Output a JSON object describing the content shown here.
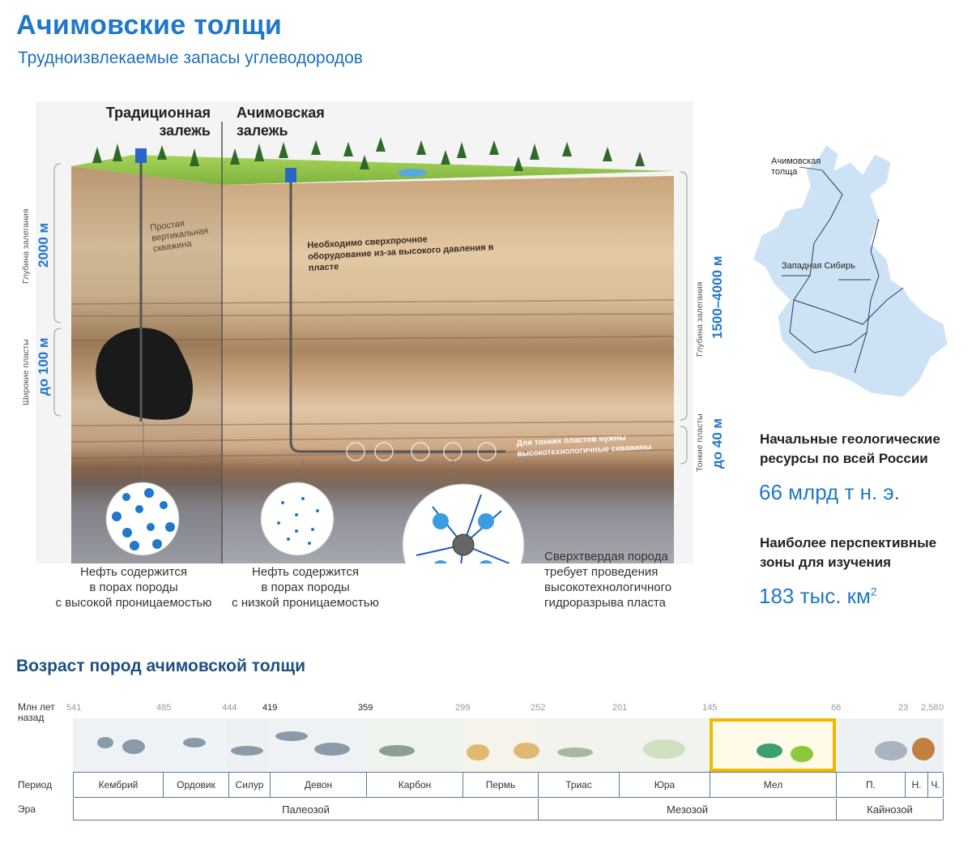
{
  "header": {
    "title": "Ачимовские толщи",
    "subtitle": "Трудноизвлекаемые запасы углеводородов"
  },
  "diagram": {
    "traditional": {
      "heading_line1": "Традиционная",
      "heading_line2": "залежь",
      "well_label": "Простая вертикальная скважина"
    },
    "achimov": {
      "heading_line1": "Ачимовская",
      "heading_line2": "залежь",
      "equipment_note": "Необходимо сверхпрочное оборудование из-за высокого давления в пласте",
      "thin_layers_note": "Для тонких пластов нужны высокотехнологичные скважины"
    },
    "left_scale": {
      "depth_small": "Глубина залегания",
      "depth_big": "2000 м",
      "layers_small": "Широкие пласты",
      "layers_big": "до 100 м"
    },
    "right_scale": {
      "depth_small": "Глубина залегания",
      "depth_big": "1500–4000 м",
      "layers_small": "Тонкие пласты",
      "layers_big": "до 40 м"
    },
    "captions": {
      "high_perm": [
        "Нефть содержится",
        "в порах породы",
        "с высокой проницаемостью"
      ],
      "low_perm": [
        "Нефть содержится",
        "в порах породы",
        "с низкой проницаемостью"
      ],
      "hard_rock": [
        "Сверхтвердая порода",
        "требует проведения",
        "высокотехнологичного",
        "гидроразрыва пласта"
      ]
    }
  },
  "map": {
    "label_achimov": "Ачимовская толща",
    "label_west_siberia": "Западная Сибирь"
  },
  "stats": {
    "resources_heading_l1": "Начальные геологические",
    "resources_heading_l2": "ресурсы по всей России",
    "resources_value": "66 млрд т н. э.",
    "zones_heading_l1": "Наиболее перспективные",
    "zones_heading_l2": "зоны для изучения",
    "zones_value": "183 тыс. км",
    "zones_sup": "2"
  },
  "timeline": {
    "title": "Возраст пород ачимовской толщи",
    "row_labels": {
      "myr_l1": "Млн лет",
      "myr_l2": "назад",
      "period": "Период",
      "era": "Эра"
    },
    "ticks": [
      "541",
      "485",
      "444",
      "419",
      "359",
      "299",
      "252",
      "201",
      "145",
      "66",
      "23",
      "2,58",
      "0"
    ],
    "bold_ticks": [
      "419",
      "359"
    ],
    "periods": [
      "Кембрий",
      "Ордовик",
      "Силур",
      "Девон",
      "Карбон",
      "Пермь",
      "Триас",
      "Юра",
      "Мел",
      "П.",
      "Н.",
      "Ч."
    ],
    "highlight_period": "Мел",
    "eras": [
      "Палеозой",
      "Мезозой",
      "Кайнозой"
    ]
  },
  "colors": {
    "accent": "#1f78c8",
    "highlight": "#f0b800",
    "oil": "#1a1a1a"
  }
}
